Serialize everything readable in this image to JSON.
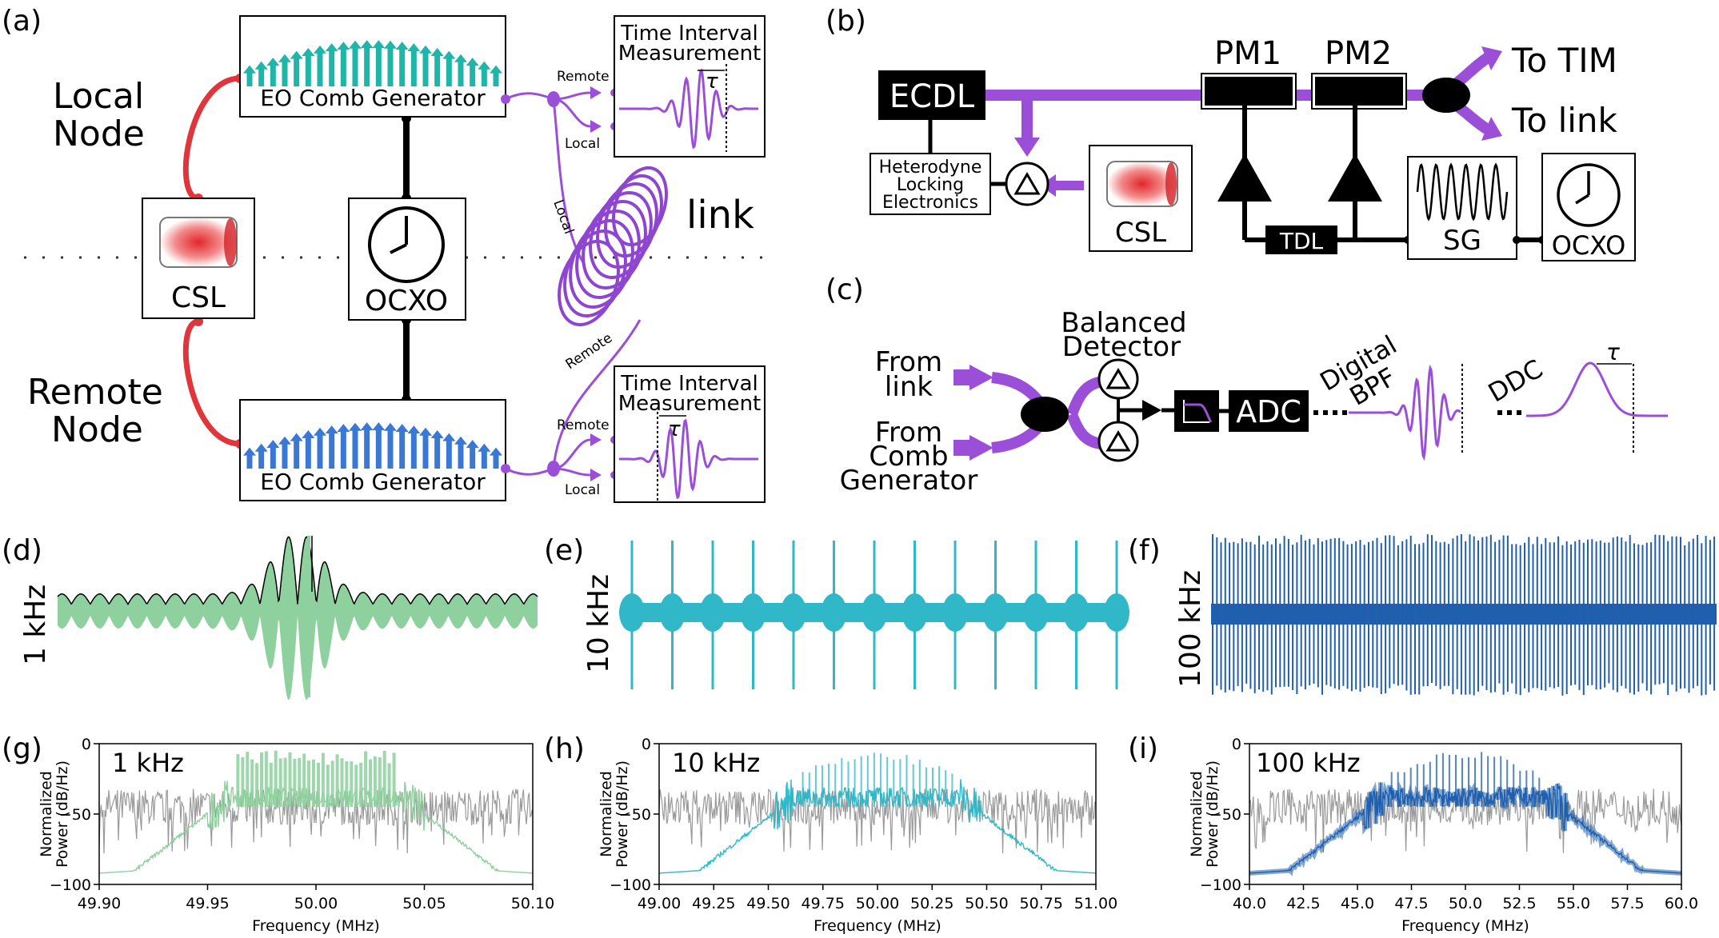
{
  "panels": {
    "a": {
      "label": "(a)",
      "local_node": [
        "Local",
        "Node"
      ],
      "remote_node": [
        "Remote",
        "Node"
      ],
      "eo_comb_top": "EO Comb Generator",
      "eo_comb_bottom": "EO Comb Generator",
      "csl": "CSL",
      "ocxo": "OCXO",
      "link": "link",
      "tim_top": [
        "Time Interval",
        "Measurement"
      ],
      "tim_bottom": [
        "Time Interval",
        "Measurement"
      ],
      "remote_label": "Remote",
      "local_label": "Local",
      "tau": "τ"
    },
    "b": {
      "label": "(b)",
      "ecdl": "ECDL",
      "pm1": "PM1",
      "pm2": "PM2",
      "to_tim": "To TIM",
      "to_link": "To link",
      "heterodyne": [
        "Heterodyne",
        "Locking",
        "Electronics"
      ],
      "csl": "CSL",
      "tdl": "TDL",
      "sg": "SG",
      "ocxo": "OCXO"
    },
    "c": {
      "label": "(c)",
      "from_link": [
        "From",
        "link"
      ],
      "from_comb": [
        "From",
        "Comb",
        "Generator"
      ],
      "balanced": [
        "Balanced",
        "Detector"
      ],
      "adc": "ADC",
      "digital_bpf": [
        "Digital",
        "BPF"
      ],
      "ddc": "DDC",
      "tau": "τ"
    },
    "d": {
      "label": "(d)",
      "rate": "1 kHz",
      "color": "#8fd19e"
    },
    "e": {
      "label": "(e)",
      "rate": "10 kHz",
      "color": "#30b8c8"
    },
    "f": {
      "label": "(f)",
      "rate": "100 kHz",
      "color": "#1f5fad"
    },
    "g": {
      "label": "(g)",
      "rate": "1 kHz",
      "color": "#8fd19e"
    },
    "h": {
      "label": "(h)",
      "rate": "10 kHz",
      "color": "#30b8c8"
    },
    "i": {
      "label": "(i)",
      "rate": "100 kHz",
      "color": "#1f5fad"
    }
  },
  "chart_data": [
    {
      "type": "line",
      "panel": "g",
      "xlabel": "Frequency (MHz)",
      "ylabel": "Normalized Power (dB/Hz)",
      "xticks": [
        "49.90",
        "49.95",
        "50.00",
        "50.05",
        "50.10"
      ],
      "yticks": [
        "0",
        "−50",
        "−100"
      ],
      "xlim": [
        49.9,
        50.1
      ],
      "ylim": [
        -100,
        0
      ]
    },
    {
      "type": "line",
      "panel": "h",
      "xlabel": "Frequency (MHz)",
      "ylabel": "Normalized Power (dB/Hz)",
      "xticks": [
        "49.00",
        "49.25",
        "49.50",
        "49.75",
        "50.00",
        "50.25",
        "50.50",
        "50.75",
        "51.00"
      ],
      "yticks": [
        "0",
        "−50",
        "−100"
      ],
      "xlim": [
        49.0,
        51.0
      ],
      "ylim": [
        -100,
        0
      ]
    },
    {
      "type": "line",
      "panel": "i",
      "xlabel": "Frequency (MHz)",
      "ylabel": "Normalized Power (dB/Hz)",
      "xticks": [
        "40.0",
        "42.5",
        "45.0",
        "47.5",
        "50.0",
        "52.5",
        "55.0",
        "57.5",
        "60.0"
      ],
      "yticks": [
        "0",
        "−50",
        "−100"
      ],
      "xlim": [
        40.0,
        60.0
      ],
      "ylim": [
        -100,
        0
      ]
    }
  ]
}
